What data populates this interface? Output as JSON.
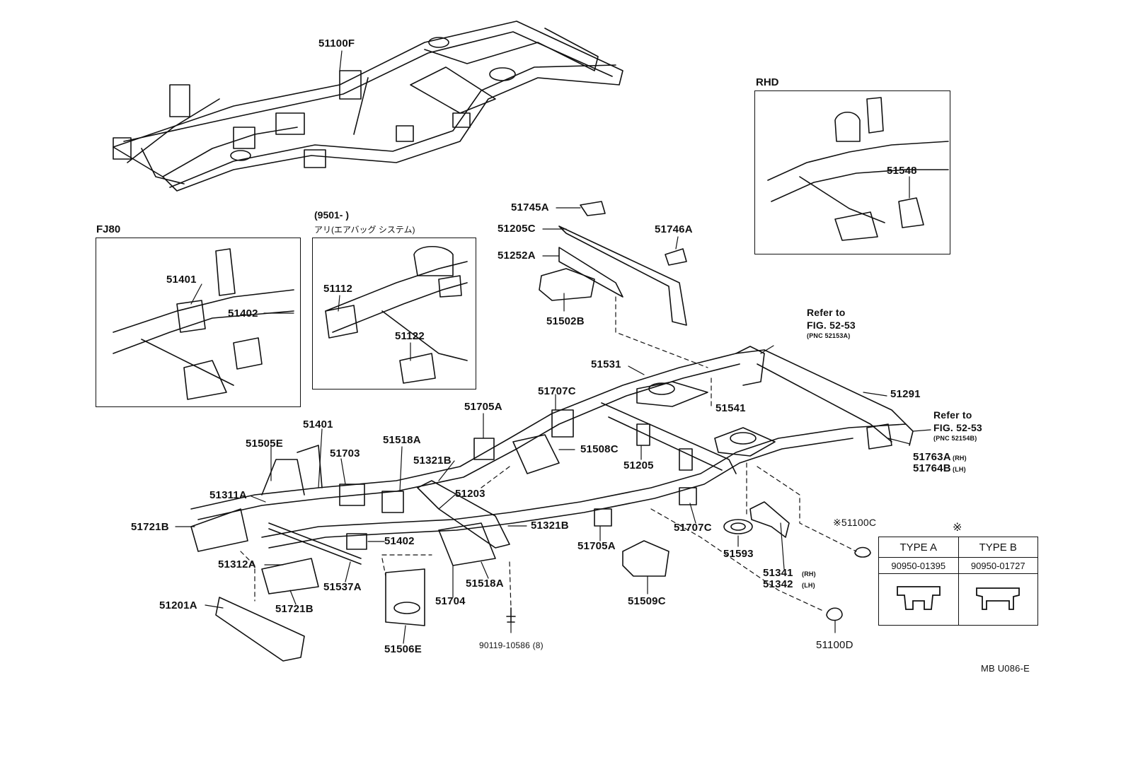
{
  "insets": {
    "fj80": {
      "title": "FJ80"
    },
    "airbag": {
      "title_line1": "(9501-        )",
      "title_line2": "アリ(エアバッグ システム)"
    },
    "rhd": {
      "title": "RHD"
    }
  },
  "labels": {
    "p51100F": "51100F",
    "p51745A": "51745A",
    "p51205C": "51205C",
    "p51746A": "51746A",
    "p51252A": "51252A",
    "p51502B": "51502B",
    "p51401_inset": "51401",
    "p51402_inset": "51402",
    "p51112": "51112",
    "p51122": "51122",
    "p51548": "51548",
    "p51531": "51531",
    "p51291": "51291",
    "p51707C_top": "51707C",
    "p51541": "51541",
    "p51705A_top": "51705A",
    "p51508C": "51508C",
    "p51205": "51205",
    "p51401": "51401",
    "p51505E": "51505E",
    "p51703": "51703",
    "p51518A_top": "51518A",
    "p51321B_top": "51321B",
    "p51203": "51203",
    "p51311A": "51311A",
    "p51721B_left": "51721B",
    "p51321B_bottom": "51321B",
    "p51402": "51402",
    "p51705A_bottom": "51705A",
    "p51707C_bottom": "51707C",
    "p51593": "51593",
    "p51312A": "51312A",
    "p51537A": "51537A",
    "p51518A_bottom": "51518A",
    "p51704": "51704",
    "p51509C": "51509C",
    "p51341": "51341",
    "p51342": "51342",
    "p51721B_bottom": "51721B",
    "p51201A": "51201A",
    "p51506E": "51506E",
    "p90119": "90119-10586 (8)",
    "p51100C": "※51100C",
    "p51100D": "51100D",
    "p51763A": "51763A",
    "p51764B": "51764B",
    "rh1": "(RH)",
    "lh1": "(LH)",
    "rh2": "(RH)",
    "lh2": "(LH)"
  },
  "refs": {
    "ref1": {
      "line1": "Refer to",
      "line2": "FIG. 52-53",
      "line3": "(PNC 52153A)"
    },
    "ref2": {
      "line1": "Refer  to",
      "line2": "FIG. 52-53",
      "line3": "(PNC 52154B)"
    }
  },
  "type_table": {
    "mark": "※",
    "type_a": "TYPE A",
    "type_b": "TYPE B",
    "type_a_part": "90950-01395",
    "type_b_part": "90950-01727"
  },
  "footer_code": "MB U086-E"
}
